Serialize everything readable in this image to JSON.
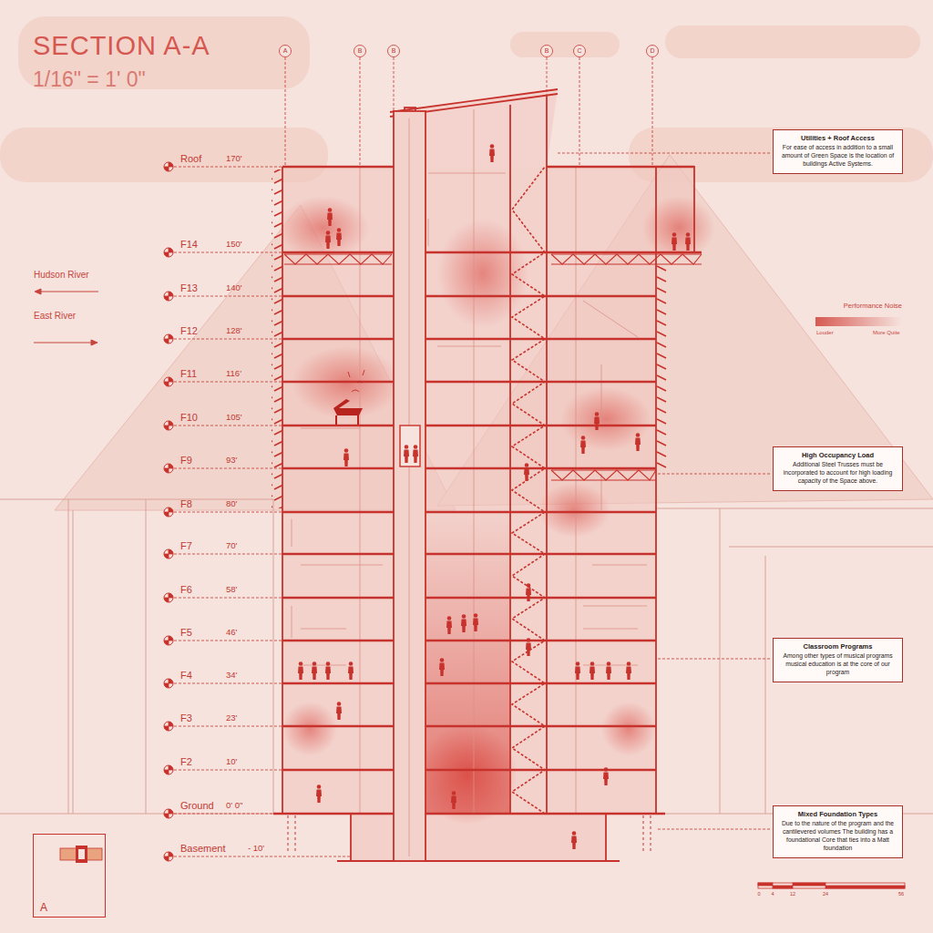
{
  "diagram": {
    "title": "SECTION A-A",
    "nodes": [
      {
        "text": [
          "Utilities + Roof Access",
          "For ease of access in addition to a small amount of Green Space is the location of buildings Active Systems."
        ]
      },
      {
        "text": [
          "High Occupancy Load",
          "Additional Steel Trusses must be incorporated to account for high loading capacity of the Space above."
        ]
      },
      {
        "text": [
          "Classroom Programs",
          "Among other types of musical programs musical education is at the core of our program"
        ]
      },
      {
        "text": [
          "Mixed Foundation Types",
          "Due to the nature of the program and the cantilevered volumes The building has a foundational Core that ties into a Matt foundation"
        ]
      },
      {
        "text": [
          "A"
        ]
      }
    ],
    "labels": [
      "1/16\" = 1' 0\"",
      "A",
      "B",
      "B",
      "B",
      "C",
      "D",
      "Roof",
      "170'",
      "F14",
      "150'",
      "F13",
      "140'",
      "F12",
      "128'",
      "F11",
      "116'",
      "F10",
      "105'",
      "F9",
      "93'",
      "F8",
      "80'",
      "F7",
      "70'",
      "F6",
      "58'",
      "F5",
      "46'",
      "F4",
      "34'",
      "F3",
      "23'",
      "F2",
      "10'",
      "Ground",
      "0' 0\"",
      "Basement",
      "- 10'",
      "Hudson River",
      "East River",
      "Performance Noise",
      "Louder",
      "More Quite",
      "0",
      "4",
      "12",
      "24",
      "56"
    ]
  }
}
